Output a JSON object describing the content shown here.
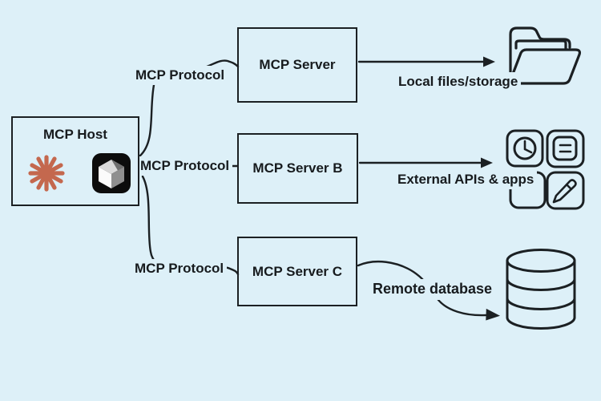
{
  "canvas": {
    "background_color": "#ddf0f8",
    "line_color": "#1b2023",
    "claude_accent_color": "#c4684e"
  },
  "host": {
    "title": "MCP Host",
    "icons": [
      {
        "name": "claude-starburst-icon",
        "color": "#c4684e"
      },
      {
        "name": "model-cube-icon",
        "color": "#0c0c0c"
      }
    ]
  },
  "servers": [
    {
      "label": "MCP Server"
    },
    {
      "label": "MCP Server B"
    },
    {
      "label": "MCP Server C"
    }
  ],
  "protocol_labels": [
    {
      "text": "MCP Protocol"
    },
    {
      "text": "MCP Protocol"
    },
    {
      "text": "MCP Protocol"
    }
  ],
  "targets": [
    {
      "label": "Local files/storage",
      "icon": "open-folder-icon"
    },
    {
      "label": "External APIs & apps",
      "icon": "app-grid-icon"
    },
    {
      "label": "Remote database",
      "icon": "database-icon"
    }
  ],
  "app_grid_icons": [
    "clock-icon",
    "list-icon",
    "tray-icon",
    "pencil-icon"
  ]
}
